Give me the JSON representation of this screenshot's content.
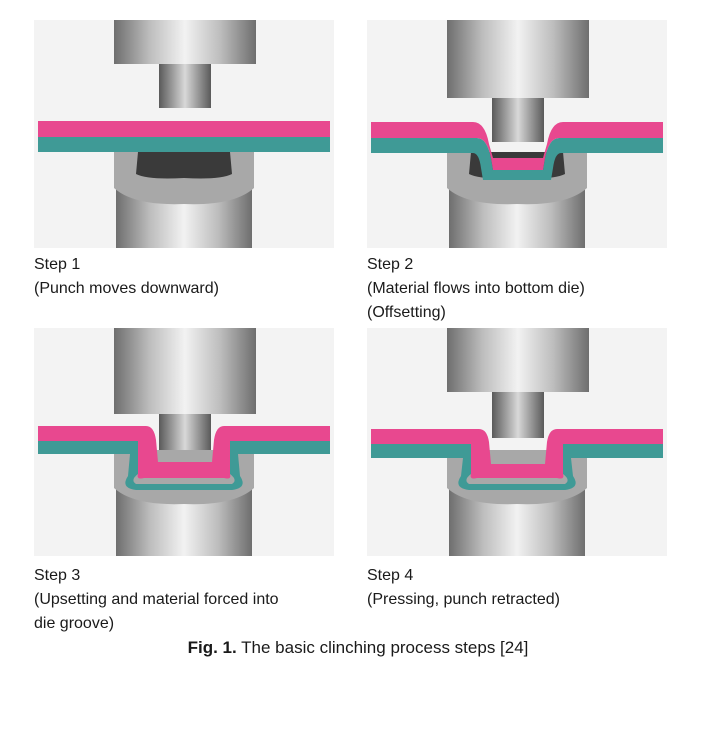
{
  "figure": {
    "label": "Fig. 1.",
    "caption": "The basic clinching process steps [24]"
  },
  "steps": [
    {
      "title": "Step 1",
      "lines": [
        "(Punch moves downward)"
      ]
    },
    {
      "title": "Step 2",
      "lines": [
        "(Material flows into bottom die)",
        "(Offsetting)"
      ]
    },
    {
      "title": "Step 3",
      "lines": [
        "(Upsetting and material forced into",
        "die groove)"
      ]
    },
    {
      "title": "Step 4",
      "lines": [
        "(Pressing, punch retracted)"
      ]
    }
  ],
  "colors": {
    "upper_sheet": "#e8488f",
    "lower_sheet": "#3f9a96",
    "die_body": "#a8a8a8",
    "background": "#f3f3f3"
  }
}
